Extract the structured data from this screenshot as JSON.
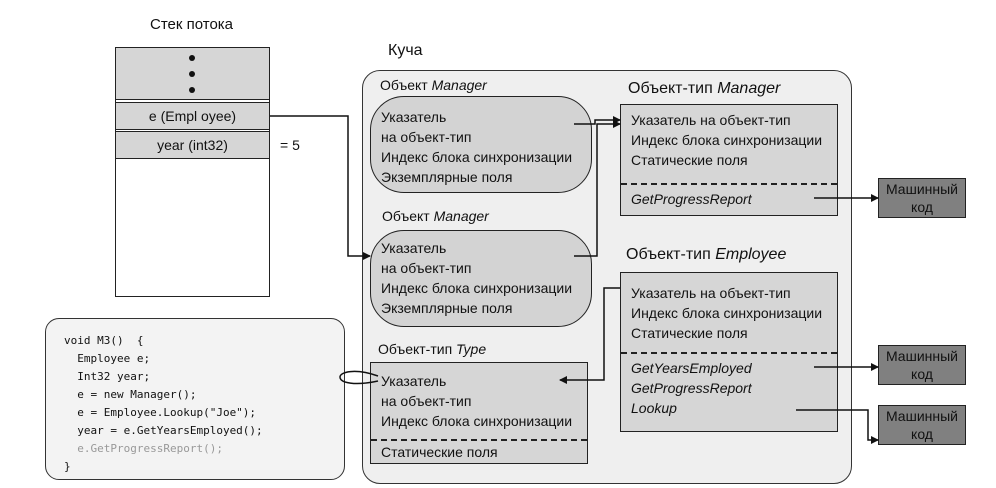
{
  "stack": {
    "title": "Стек потока",
    "slot_e": "e (Empl oyee)",
    "slot_year": "year (int32)",
    "year_value": "=  5"
  },
  "heap": {
    "title": "Куча",
    "obj1": {
      "caption_prefix": "Объект ",
      "caption_type": "Manager",
      "lines": [
        "Указатель",
        "на объект-тип",
        "Индекс блока синхронизации",
        "Экземплярные поля"
      ]
    },
    "obj2": {
      "caption_prefix": "Объект ",
      "caption_type": "Manager",
      "lines": [
        "Указатель",
        "на объект-тип",
        "Индекс блока синхронизации",
        "Экземплярные поля"
      ]
    },
    "type_type": {
      "caption_prefix": "Объект-тип ",
      "caption_type": "Type",
      "lines": [
        "Указатель",
        "на объект-тип",
        "Индекс блока синхронизации"
      ],
      "static": "Статические поля"
    },
    "type_manager": {
      "caption_prefix": "Объект-тип ",
      "caption_type": "Manager",
      "lines": [
        "Указатель на объект-тип",
        "Индекс блока синхронизации",
        "Статические поля"
      ],
      "methods": [
        "GetProgressReport"
      ]
    },
    "type_employee": {
      "caption_prefix": "Объект-тип ",
      "caption_type": "Employee",
      "lines": [
        "Указатель на объект-тип",
        "Индекс блока синхронизации",
        "Статические поля"
      ],
      "methods": [
        "GetYearsEmployed",
        "GetProgressReport",
        "Lookup"
      ]
    }
  },
  "machine_code": {
    "line1": "Машинный",
    "line2": "код"
  },
  "code": {
    "lines": [
      "void M3()  {",
      "  Employee e;",
      "  Int32 year;",
      "  e = new Manager();",
      "  e = Employee.Lookup(\"Joe\");",
      "  year = e.GetYearsEmployed();",
      "  e.GetProgressReport();",
      "}"
    ],
    "highlight_color": "#999999"
  }
}
